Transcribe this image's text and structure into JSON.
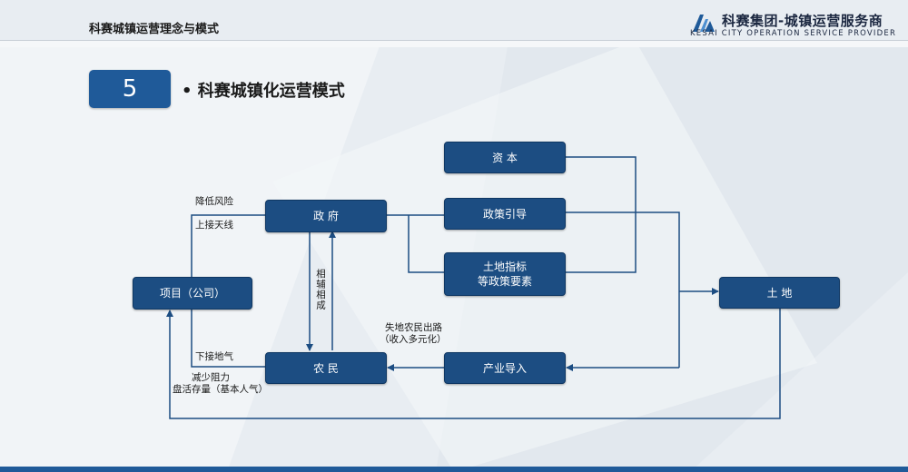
{
  "header": {
    "title": "科赛城镇运营理念与模式",
    "logo_cn": "科赛集团-城镇运营服务商",
    "logo_en": "KESAI  CITY  OPERATION  SERVICE  PROVIDER"
  },
  "section": {
    "number": "5",
    "title": "• 科赛城镇化运营模式"
  },
  "nodes": {
    "capital": "资  本",
    "government": "政  府",
    "policy": "政策引导",
    "land_index_1": "土地指标",
    "land_index_2": "等政策要素",
    "project": "项目（公司）",
    "land": "土  地",
    "farmers": "农  民",
    "industry": "产业导入"
  },
  "labels": {
    "reduce_risk": "降低风险",
    "top_connect": "上接天线",
    "bottom_connect": "下接地气",
    "reduce_resistance": "减少阻力",
    "revitalize": "盘活存量（基本人气）",
    "complement": "相辅相成",
    "farmer_outlet_1": "失地农民出路",
    "farmer_outlet_2": "（收入多元化）"
  },
  "colors": {
    "node_fill": "#1c4d82",
    "line": "#1c4d82",
    "accent": "#1f5a99"
  }
}
